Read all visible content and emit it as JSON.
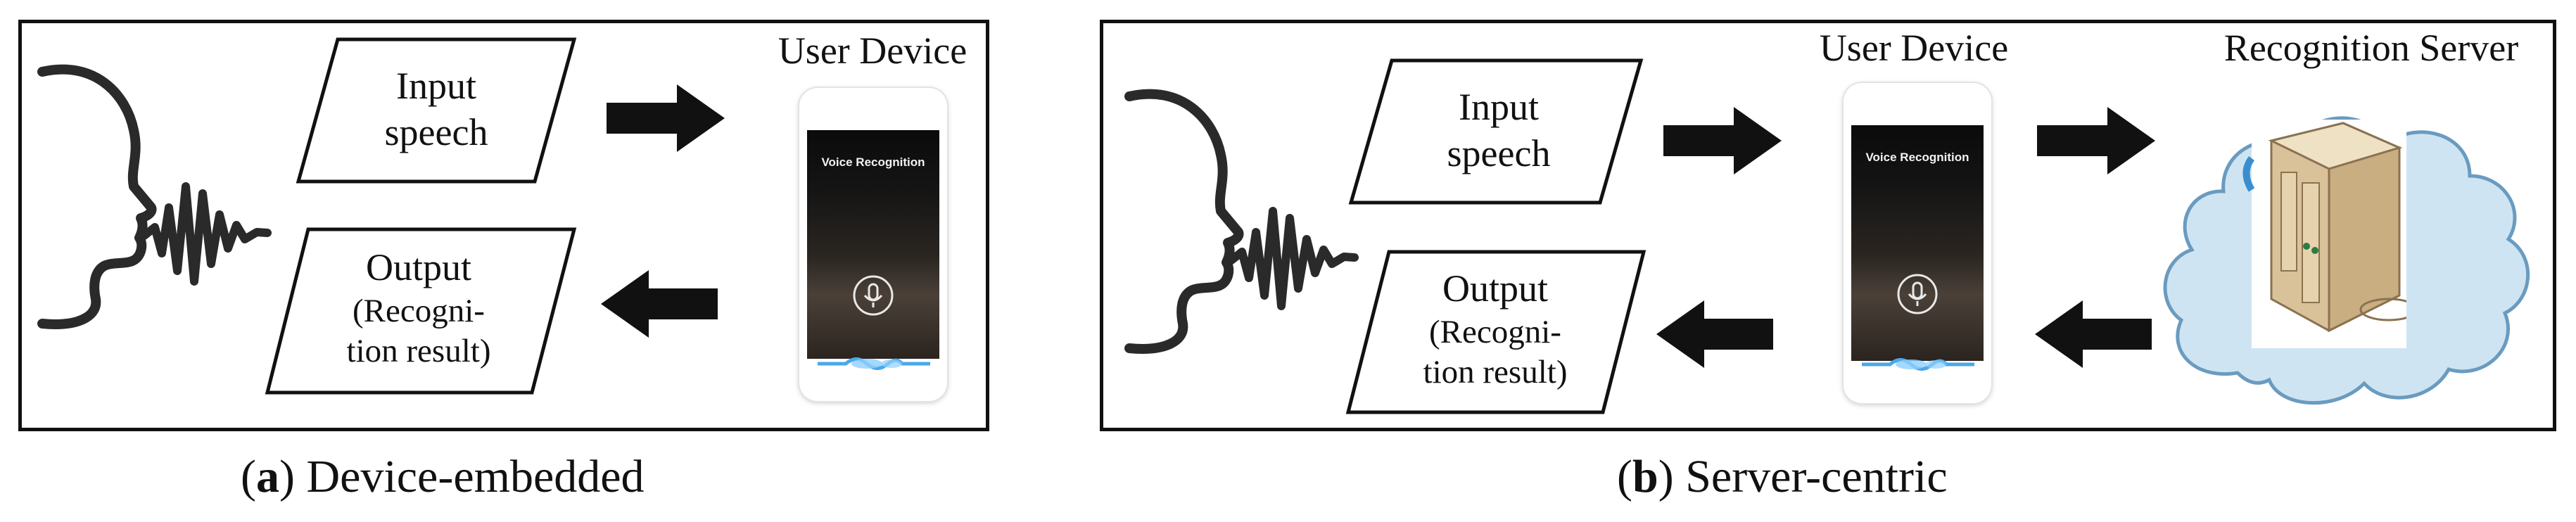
{
  "panel_a": {
    "input_line1": "Input",
    "input_line2": "speech",
    "output_line1": "Output",
    "output_line2": "(Recogni-",
    "output_line3": "tion result)",
    "device_title": "User Device",
    "screen_text": "Voice Recognition",
    "caption_letter": "a",
    "caption_text": "Device-embedded"
  },
  "panel_b": {
    "input_line1": "Input",
    "input_line2": "speech",
    "output_line1": "Output",
    "output_line2": "(Recogni-",
    "output_line3": "tion result)",
    "device_title": "User Device",
    "server_title": "Recognition Server",
    "screen_text": "Voice Recognition",
    "caption_letter": "b",
    "caption_text": "Server-centric"
  },
  "colors": {
    "outline": "#111111",
    "cloud_fill": "#cfe4f2",
    "cloud_stroke": "#6a9bc0",
    "server_tan": "#d9c29a",
    "voice_wave": "#4aa8e8"
  },
  "icons": [
    "speaking-head-icon",
    "sound-wave-icon",
    "arrow-right-icon",
    "arrow-left-icon",
    "microphone-icon",
    "cloud-icon",
    "server-icon"
  ]
}
